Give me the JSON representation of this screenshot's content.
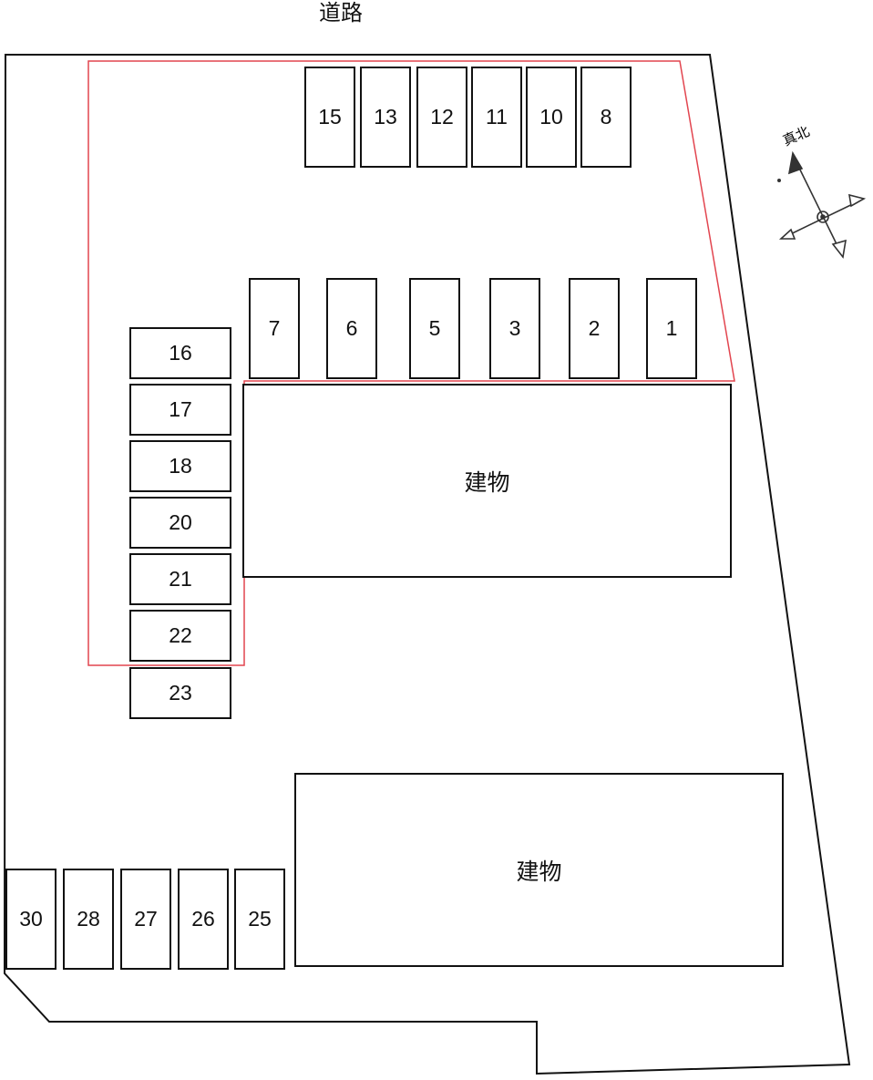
{
  "road_label": "道路",
  "north_label": "真北",
  "building_label": "建物",
  "colors": {
    "outline": "#111111",
    "highlight": "#e2454f"
  },
  "spaces_top": [
    "15",
    "13",
    "12",
    "11",
    "10",
    "8"
  ],
  "spaces_mid": [
    "7",
    "6",
    "5",
    "3",
    "2",
    "1"
  ],
  "spaces_left": [
    "16",
    "17",
    "18",
    "20",
    "21",
    "22",
    "23"
  ],
  "spaces_bottom": [
    "30",
    "28",
    "27",
    "26",
    "25"
  ]
}
